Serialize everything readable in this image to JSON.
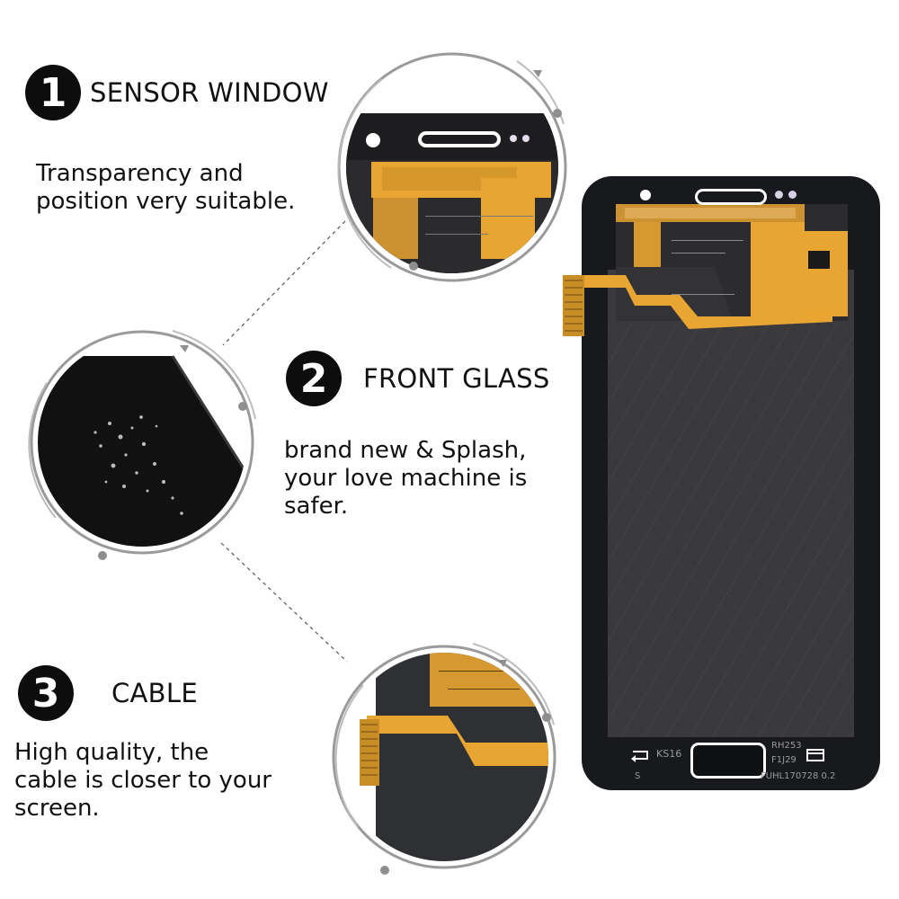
{
  "features": [
    {
      "number": "1",
      "title": "SENSOR WINDOW",
      "lines": [
        "Transparency and",
        "position very suitable."
      ]
    },
    {
      "number": "2",
      "title": "FRONT GLASS",
      "lines": [
        "brand  new & Splash,",
        "your love machine is",
        "safer."
      ]
    },
    {
      "number": "3",
      "title": "CABLE",
      "lines": [
        "High quality, the",
        "cable is closer to your",
        "screen."
      ]
    }
  ],
  "phone": {
    "model_mark": "KS16",
    "code_1": "RH253",
    "code_2": "F1J29",
    "serial": "FUHL170728 0.2",
    "mark_s": "S"
  },
  "colors": {
    "flex_cable": "#e9a531",
    "phone_body": "#17191d",
    "screen": "#3a3a3c"
  }
}
